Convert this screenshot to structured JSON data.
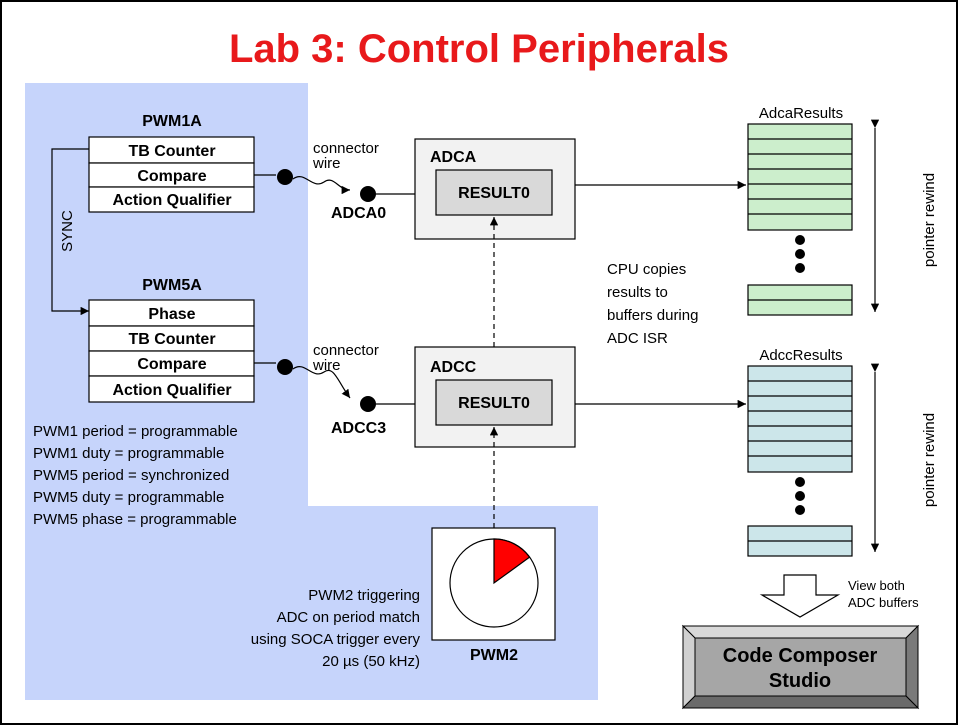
{
  "title": "Lab 3: Control Peripherals",
  "pwm1a": {
    "name": "PWM1A",
    "rows": [
      "TB Counter",
      "Compare",
      "Action Qualifier"
    ]
  },
  "pwm5a": {
    "name": "PWM5A",
    "rows": [
      "Phase",
      "TB Counter",
      "Compare",
      "Action Qualifier"
    ]
  },
  "sync_label": "SYNC",
  "connector_label_line1": "connector",
  "connector_label_line2": "wire",
  "adca": {
    "name": "ADCA",
    "result": "RESULT0",
    "pin": "ADCA0"
  },
  "adcc": {
    "name": "ADCC",
    "result": "RESULT0",
    "pin": "ADCC3"
  },
  "buffers": {
    "adca_title": "AdcaResults",
    "adcc_title": "AdccResults",
    "rewind_label": "pointer rewind",
    "adca_color": "#cceecc",
    "adcc_color": "#cce6ea"
  },
  "cpu_note": [
    "CPU copies",
    "results to",
    "buffers during",
    "ADC ISR"
  ],
  "pwm_notes": [
    "PWM1 period = programmable",
    "PWM1 duty = programmable",
    "PWM5 period = synchronized",
    "PWM5 duty = programmable",
    "PWM5 phase = programmable"
  ],
  "pwm2": {
    "name": "PWM2",
    "note": [
      "PWM2 triggering",
      "ADC on period match",
      "using SOCA trigger every",
      "20 µs (50 kHz)"
    ],
    "pie_fraction": 0.15
  },
  "view_note": [
    "View both",
    "ADC buffers"
  ],
  "ccs": [
    "Code Composer",
    "Studio"
  ],
  "colors": {
    "title": "#e8191b",
    "panel_blue": "#c6d4fb",
    "adc_box": "#f2f2f2",
    "result_box": "#d9d9d9",
    "pie_red": "#ff0000",
    "ccs_gray": "#a6a6a6"
  }
}
